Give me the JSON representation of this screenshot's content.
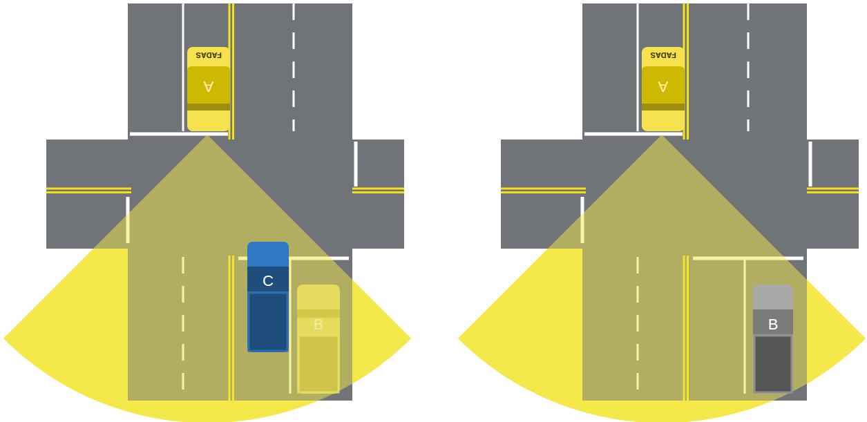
{
  "diagram": {
    "nodes": [
      {
        "text": [
          "FADAS",
          "A"
        ]
      },
      {
        "text": [
          "C"
        ]
      },
      {
        "text": [
          "B"
        ]
      },
      {
        "text": [
          "FADAS",
          "A"
        ]
      },
      {
        "text": [
          "B"
        ]
      }
    ]
  }
}
